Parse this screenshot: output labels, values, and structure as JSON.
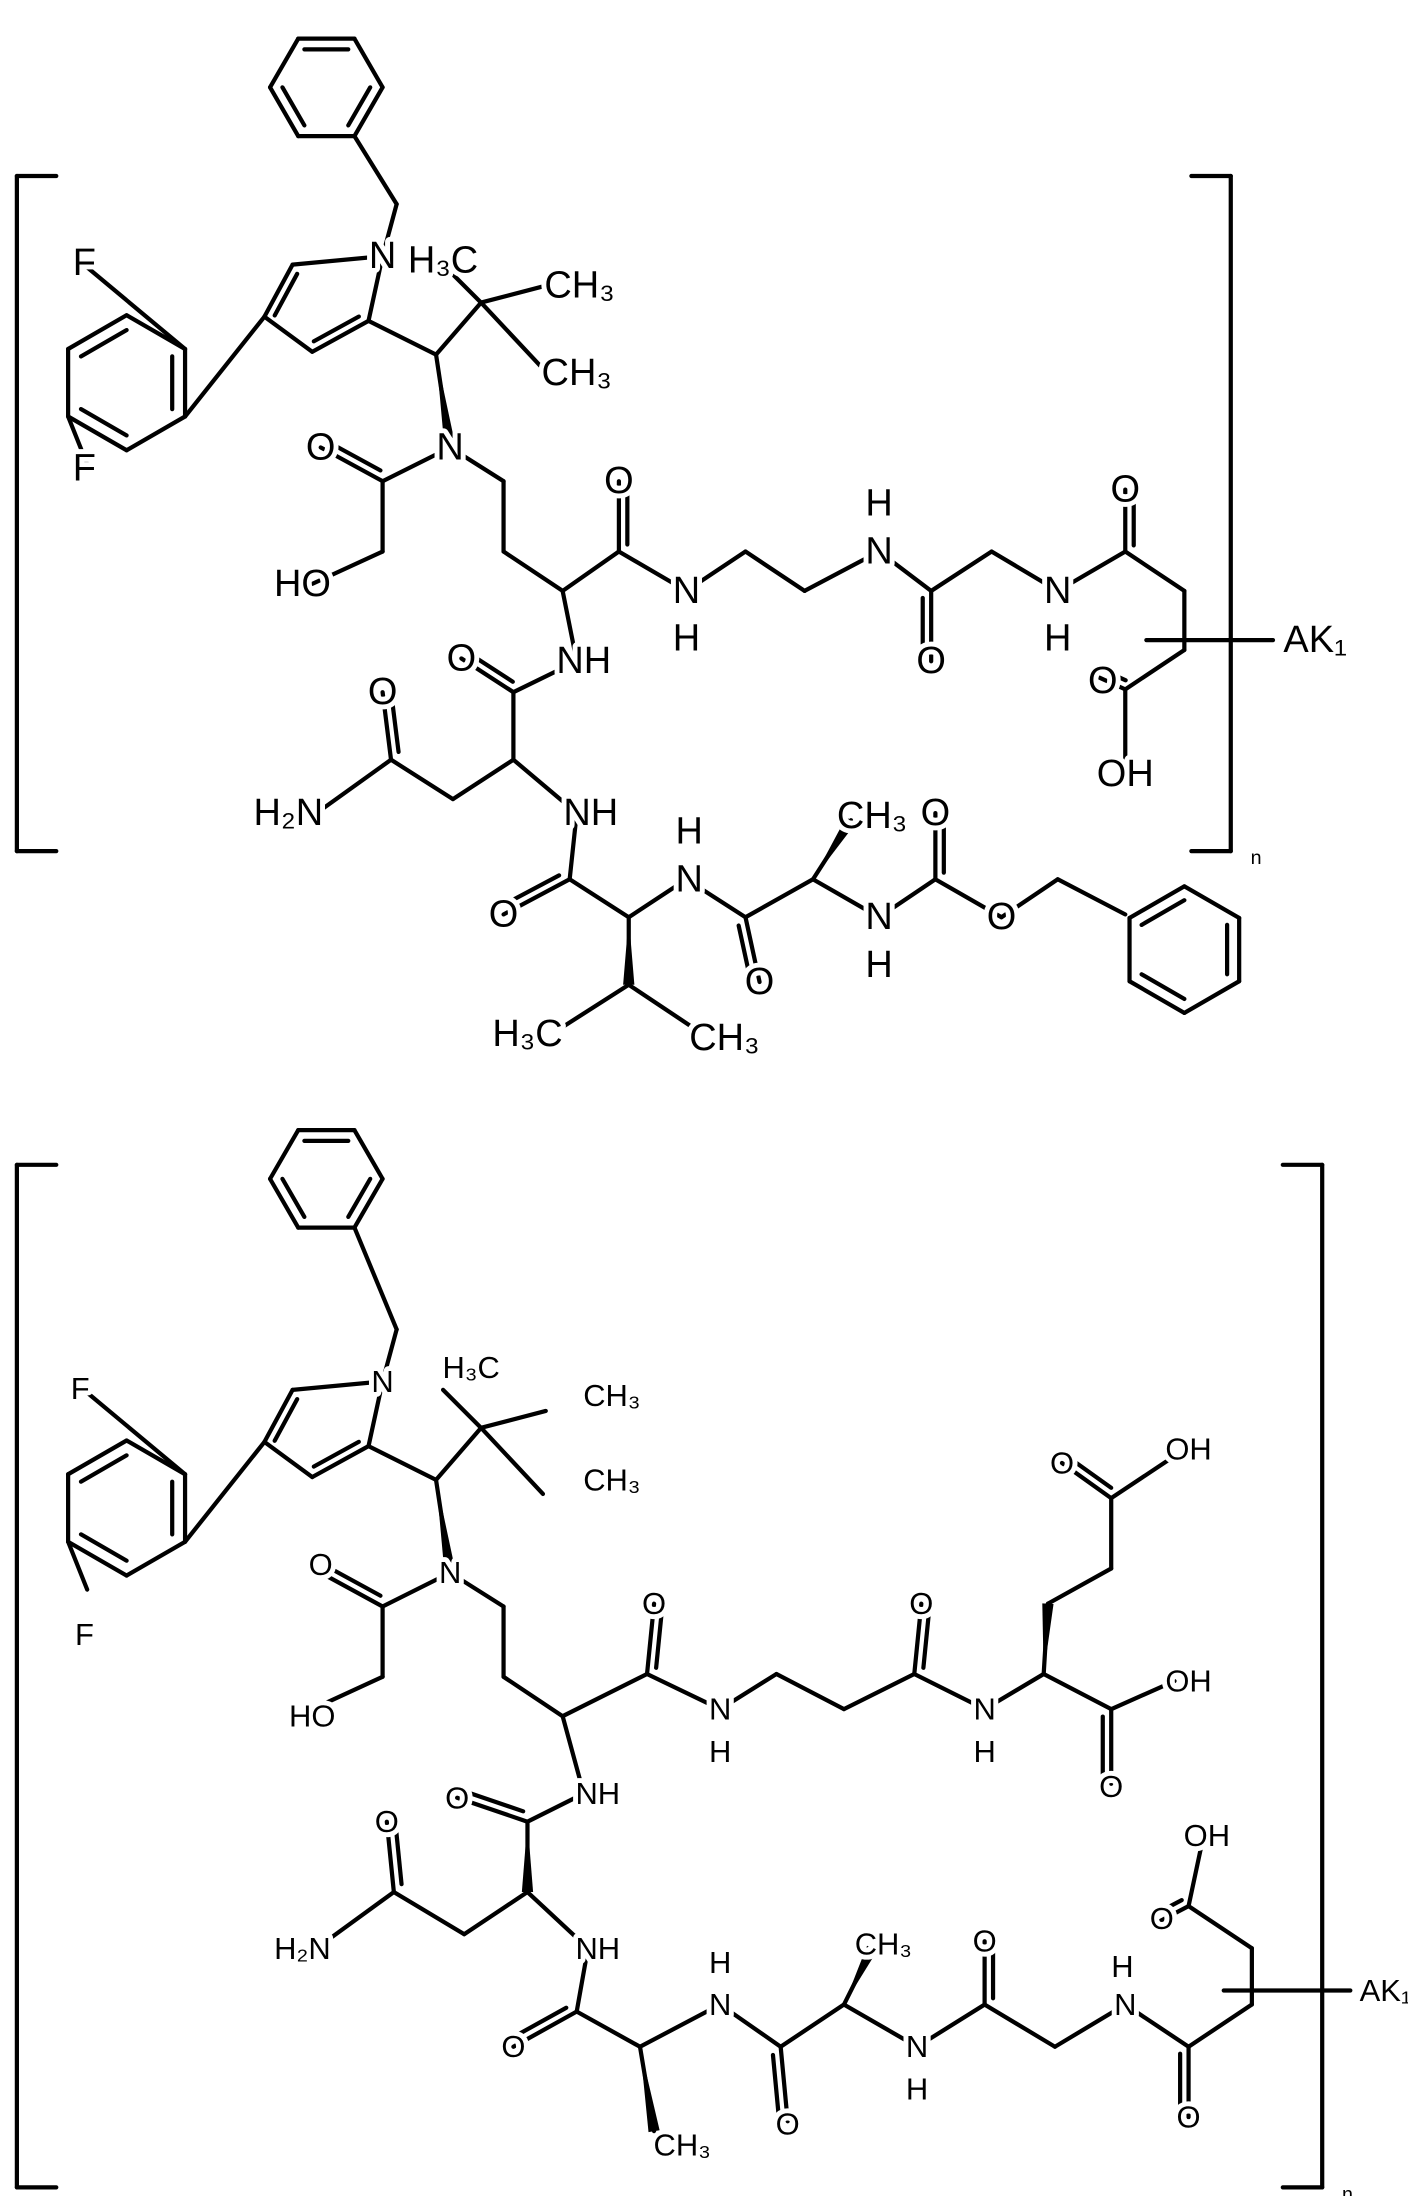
{
  "structures": [
    {
      "labels": [
        "F",
        "F",
        "N",
        "H₃C",
        "CH₃",
        "CH₃",
        "N",
        "O",
        "HO",
        "O",
        "N",
        "H",
        "N",
        "H",
        "O",
        "N",
        "H",
        "O",
        "O",
        "OH",
        "AK₁",
        "NH",
        "O",
        "O",
        "H₂N",
        "NH",
        "O",
        "H₃C",
        "CH₃",
        "N",
        "H",
        "O",
        "CH₃",
        "N",
        "H",
        "O",
        "O",
        "n"
      ]
    },
    {
      "labels": [
        "F",
        "F",
        "N",
        "H₃C",
        "CH₃",
        "CH₃",
        "N",
        "O",
        "HO",
        "O",
        "N",
        "H",
        "O",
        "N",
        "H",
        "O",
        "OH",
        "OH",
        "O",
        "NH",
        "O",
        "O",
        "H₂N",
        "NH",
        "O",
        "N",
        "H",
        "CH₃",
        "O",
        "CH₃",
        "N",
        "H",
        "O",
        "N",
        "H",
        "O",
        "O",
        "OH",
        "AK₁",
        "n"
      ]
    }
  ]
}
